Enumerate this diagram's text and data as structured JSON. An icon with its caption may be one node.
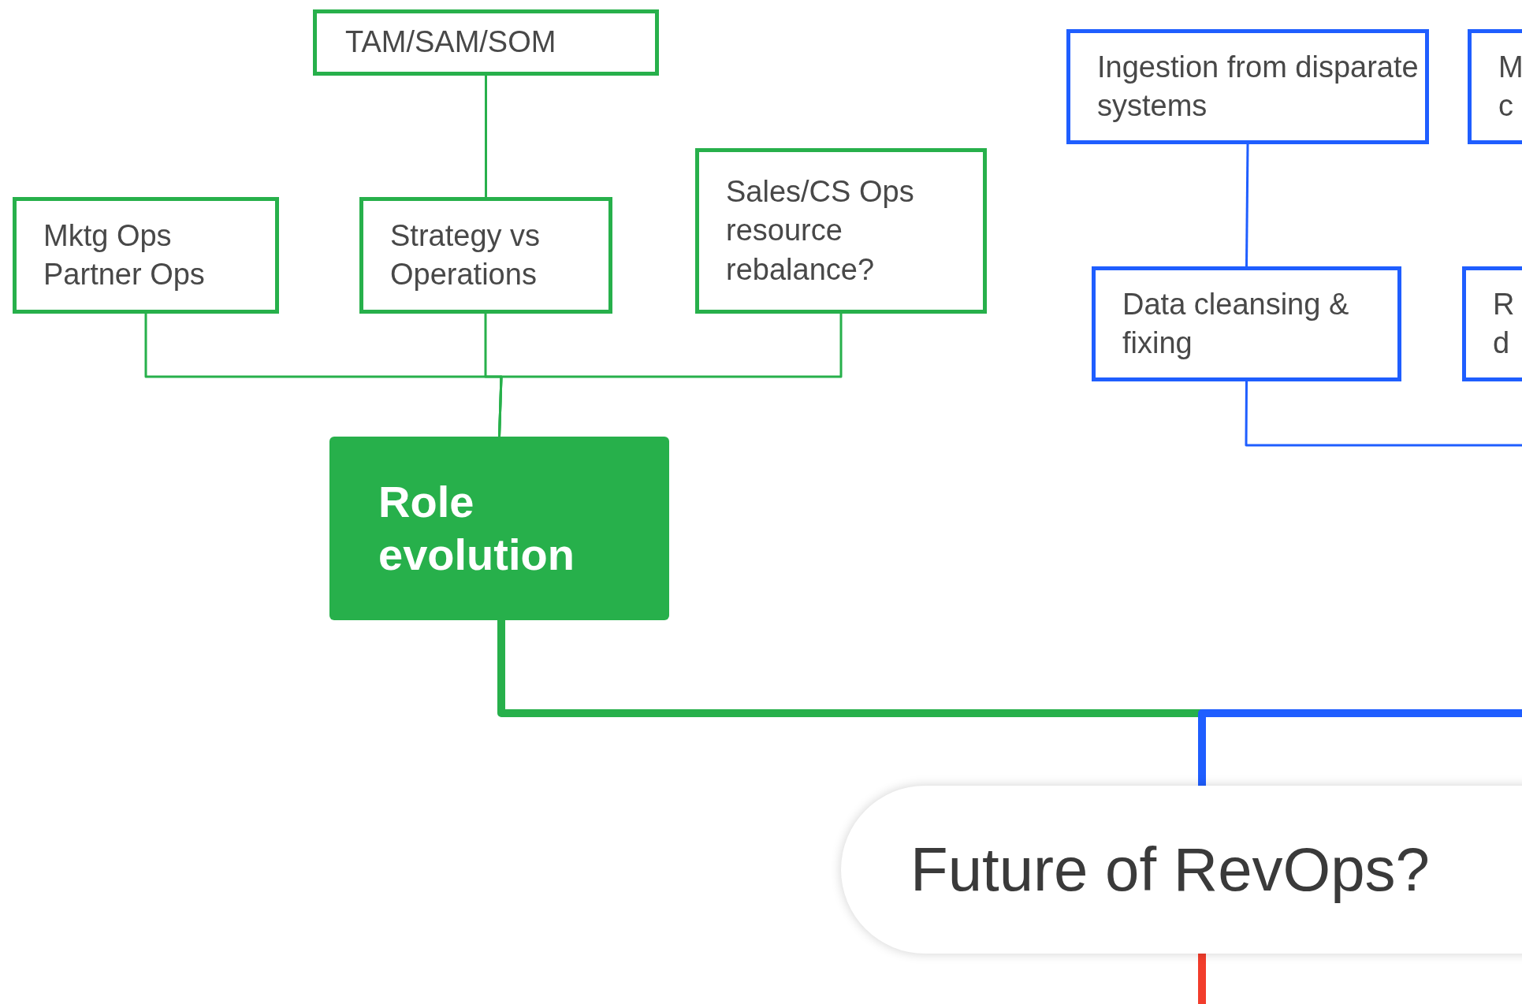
{
  "diagram": {
    "nodes": [
      {
        "text": [
          "TAM/SAM/SOM"
        ]
      },
      {
        "text": [
          "Mktg Ops Partner Ops"
        ]
      },
      {
        "text": [
          "Strategy vs Operations"
        ]
      },
      {
        "text": [
          "Sales/CS Ops resource rebalance?"
        ]
      },
      {
        "text": [
          "Role evolution"
        ]
      },
      {
        "text": [
          "Ingestion from disparate systems"
        ]
      },
      {
        "text": [
          "M c"
        ]
      },
      {
        "text": [
          "Data cleansing & fixing"
        ]
      },
      {
        "text": [
          "R d"
        ]
      },
      {
        "text": [
          "Future of RevOps?"
        ]
      }
    ],
    "edges": [
      {
        "from": 0,
        "to": 2,
        "arrow": "none",
        "color": "#27b04b"
      },
      {
        "from": 1,
        "to": 4,
        "arrow": "none",
        "color": "#27b04b"
      },
      {
        "from": 2,
        "to": 4,
        "arrow": "none",
        "color": "#27b04b"
      },
      {
        "from": 3,
        "to": 4,
        "arrow": "none",
        "color": "#27b04b"
      },
      {
        "from": 5,
        "to": 7,
        "arrow": "none",
        "color": "#1f5eff"
      },
      {
        "from": 7,
        "to": null,
        "arrow": "none",
        "color": "#1f5eff"
      },
      {
        "from": 4,
        "to": 9,
        "arrow": "none",
        "style": "thick",
        "color": "#27b04b"
      },
      {
        "from": 9,
        "to": null,
        "arrow": "none",
        "style": "thick",
        "color": "#1f5eff"
      },
      {
        "from": 9,
        "to": null,
        "arrow": "none",
        "style": "thick",
        "color": "#f23d2c"
      }
    ]
  }
}
